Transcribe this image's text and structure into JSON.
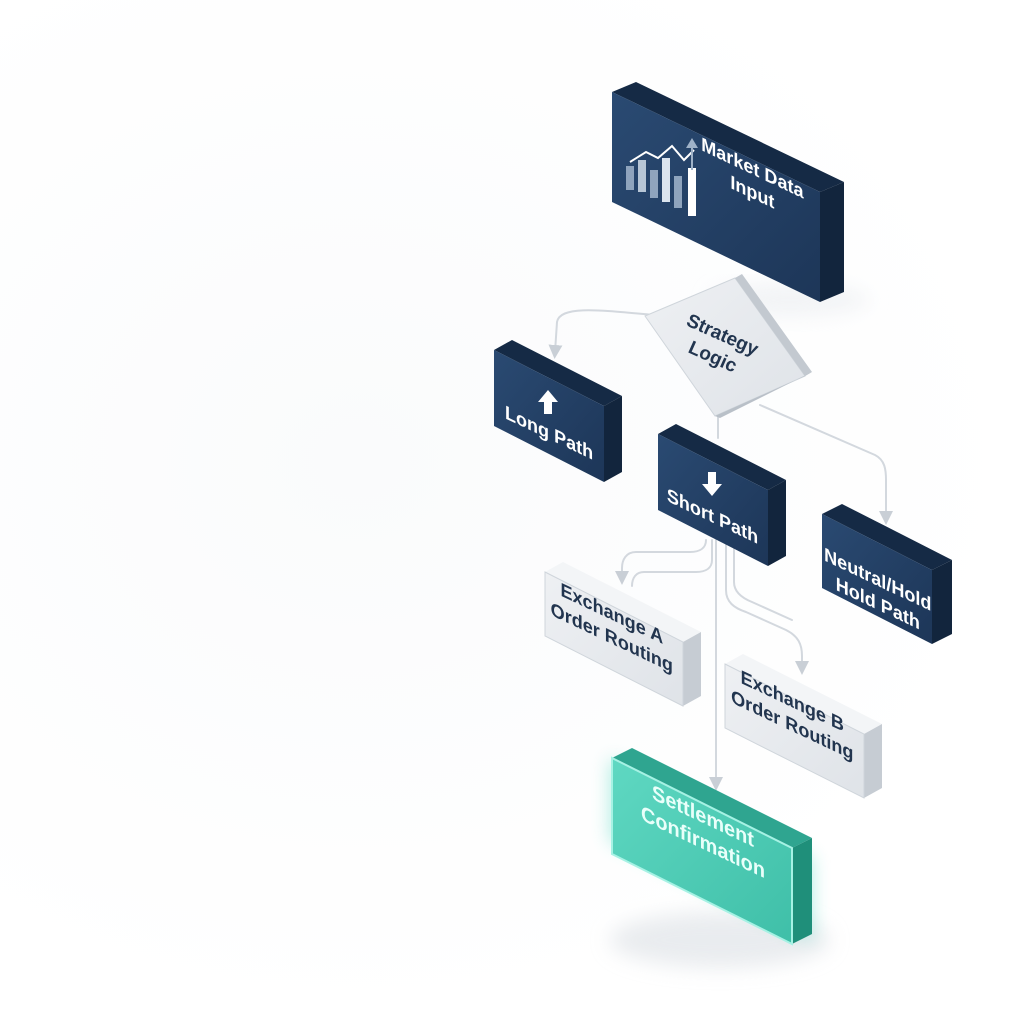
{
  "diagram": {
    "nodes": {
      "market_data": {
        "line1": "Market Data",
        "line2": "Input",
        "icon": "bar-chart-icon"
      },
      "strategy": {
        "line1": "Strategy",
        "line2": "Logic"
      },
      "long_path": {
        "label": "Long Path",
        "icon": "arrow-up-icon"
      },
      "short_path": {
        "label": "Short Path",
        "icon": "arrow-down-icon"
      },
      "neutral": {
        "line1": "Neutral/Hold",
        "line2": "Hold Path"
      },
      "exchange_a": {
        "line1": "Exchange A",
        "line2": "Order Routing"
      },
      "exchange_b": {
        "line1": "Exchange B",
        "line2": "Order Routing"
      },
      "settlement": {
        "line1": "Settlement",
        "line2": "Confirmation"
      }
    },
    "colors": {
      "dark_box": "#1f3a5f",
      "light_box": "#e4e7eb",
      "teal_box": "#4fcdb6",
      "connector": "#d3d8de"
    }
  }
}
